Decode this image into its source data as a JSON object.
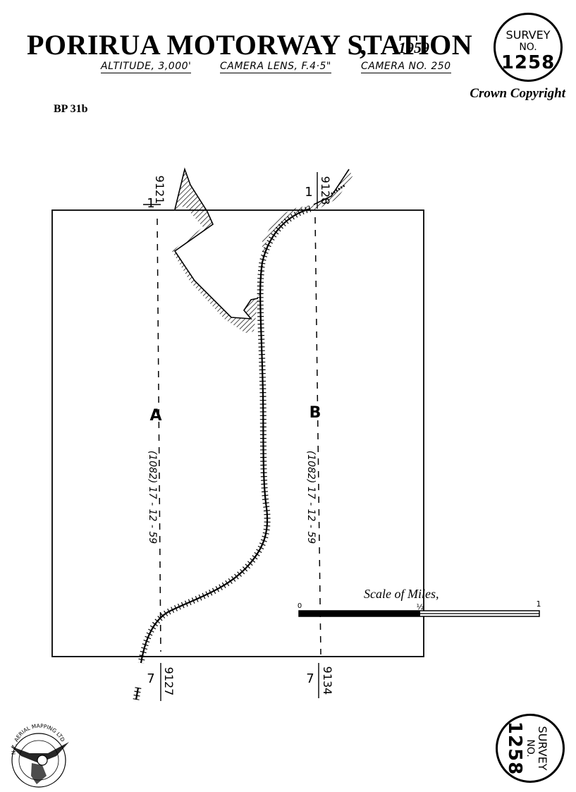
{
  "header": {
    "title": "PORIRUA MOTORWAY STATION",
    "comma": ",",
    "year": "1959",
    "altitude": "ALTITUDE, 3,000'",
    "lens": "CAMERA LENS, F.4·5\"",
    "camera": "CAMERA NO. 250",
    "copyright": "Crown Copyright",
    "ref": "BP 31b"
  },
  "survey_stamp": {
    "line1": "SURVEY",
    "line2": "NO.",
    "number": "1258"
  },
  "flight_lines": {
    "A": {
      "label": "A",
      "top_frame_num": "1",
      "top_photo_num": "9121",
      "bottom_frame_num": "7",
      "bottom_photo_num": "9127",
      "annotation": "(1082)  17 - 12 - 59"
    },
    "B": {
      "label": "B",
      "top_frame_num": "1",
      "top_photo_num": "9128",
      "bottom_frame_num": "7",
      "bottom_photo_num": "9134",
      "annotation": "(1082)  17 - 12 - 59"
    }
  },
  "scale_bar": {
    "label": "Scale of Miles,",
    "tick_0": "0",
    "tick_half": "½",
    "tick_1": "1"
  },
  "logo_text": "N.Z. AERIAL MAPPING LTD"
}
